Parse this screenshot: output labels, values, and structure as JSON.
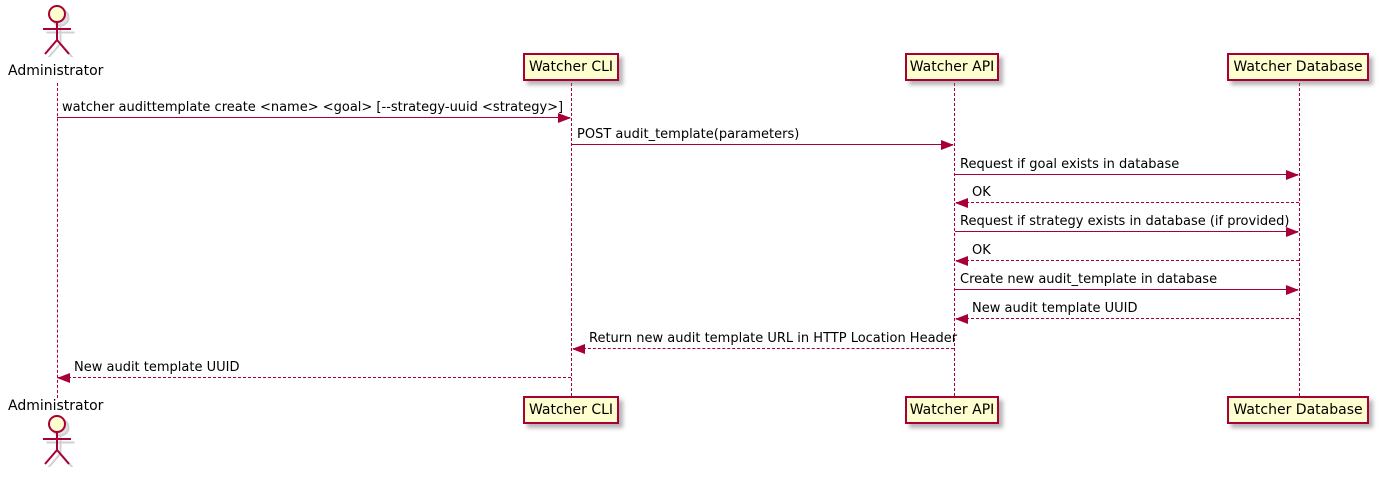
{
  "diagram": {
    "type": "sequence-diagram",
    "actor": {
      "name": "Administrator"
    },
    "participants": [
      {
        "id": "watcher-cli",
        "label": "Watcher CLI"
      },
      {
        "id": "watcher-api",
        "label": "Watcher API"
      },
      {
        "id": "watcher-database",
        "label": "Watcher Database"
      }
    ],
    "messages": [
      {
        "from": "Administrator",
        "to": "Watcher CLI",
        "line": "solid",
        "direction": "right",
        "text": "watcher audittemplate create <name> <goal> [--strategy-uuid <strategy>]"
      },
      {
        "from": "Watcher CLI",
        "to": "Watcher API",
        "line": "solid",
        "direction": "right",
        "text": "POST audit_template(parameters)"
      },
      {
        "from": "Watcher API",
        "to": "Watcher Database",
        "line": "solid",
        "direction": "right",
        "text": "Request if goal exists in database"
      },
      {
        "from": "Watcher Database",
        "to": "Watcher API",
        "line": "dashed",
        "direction": "left",
        "text": "OK"
      },
      {
        "from": "Watcher API",
        "to": "Watcher Database",
        "line": "solid",
        "direction": "right",
        "text": "Request if strategy exists in database (if provided)"
      },
      {
        "from": "Watcher Database",
        "to": "Watcher API",
        "line": "dashed",
        "direction": "left",
        "text": "OK"
      },
      {
        "from": "Watcher API",
        "to": "Watcher Database",
        "line": "solid",
        "direction": "right",
        "text": "Create new audit_template in database"
      },
      {
        "from": "Watcher Database",
        "to": "Watcher API",
        "line": "dashed",
        "direction": "left",
        "text": "New audit template UUID"
      },
      {
        "from": "Watcher API",
        "to": "Watcher CLI",
        "line": "dashed",
        "direction": "left",
        "text": "Return new audit template URL in HTTP Location Header"
      },
      {
        "from": "Watcher CLI",
        "to": "Administrator",
        "line": "dashed",
        "direction": "left",
        "text": "New audit template UUID"
      }
    ],
    "colors": {
      "participant_fill": "#FEFECE",
      "stroke": "#A80036",
      "text": "#000000",
      "background": "#FFFFFF"
    }
  }
}
